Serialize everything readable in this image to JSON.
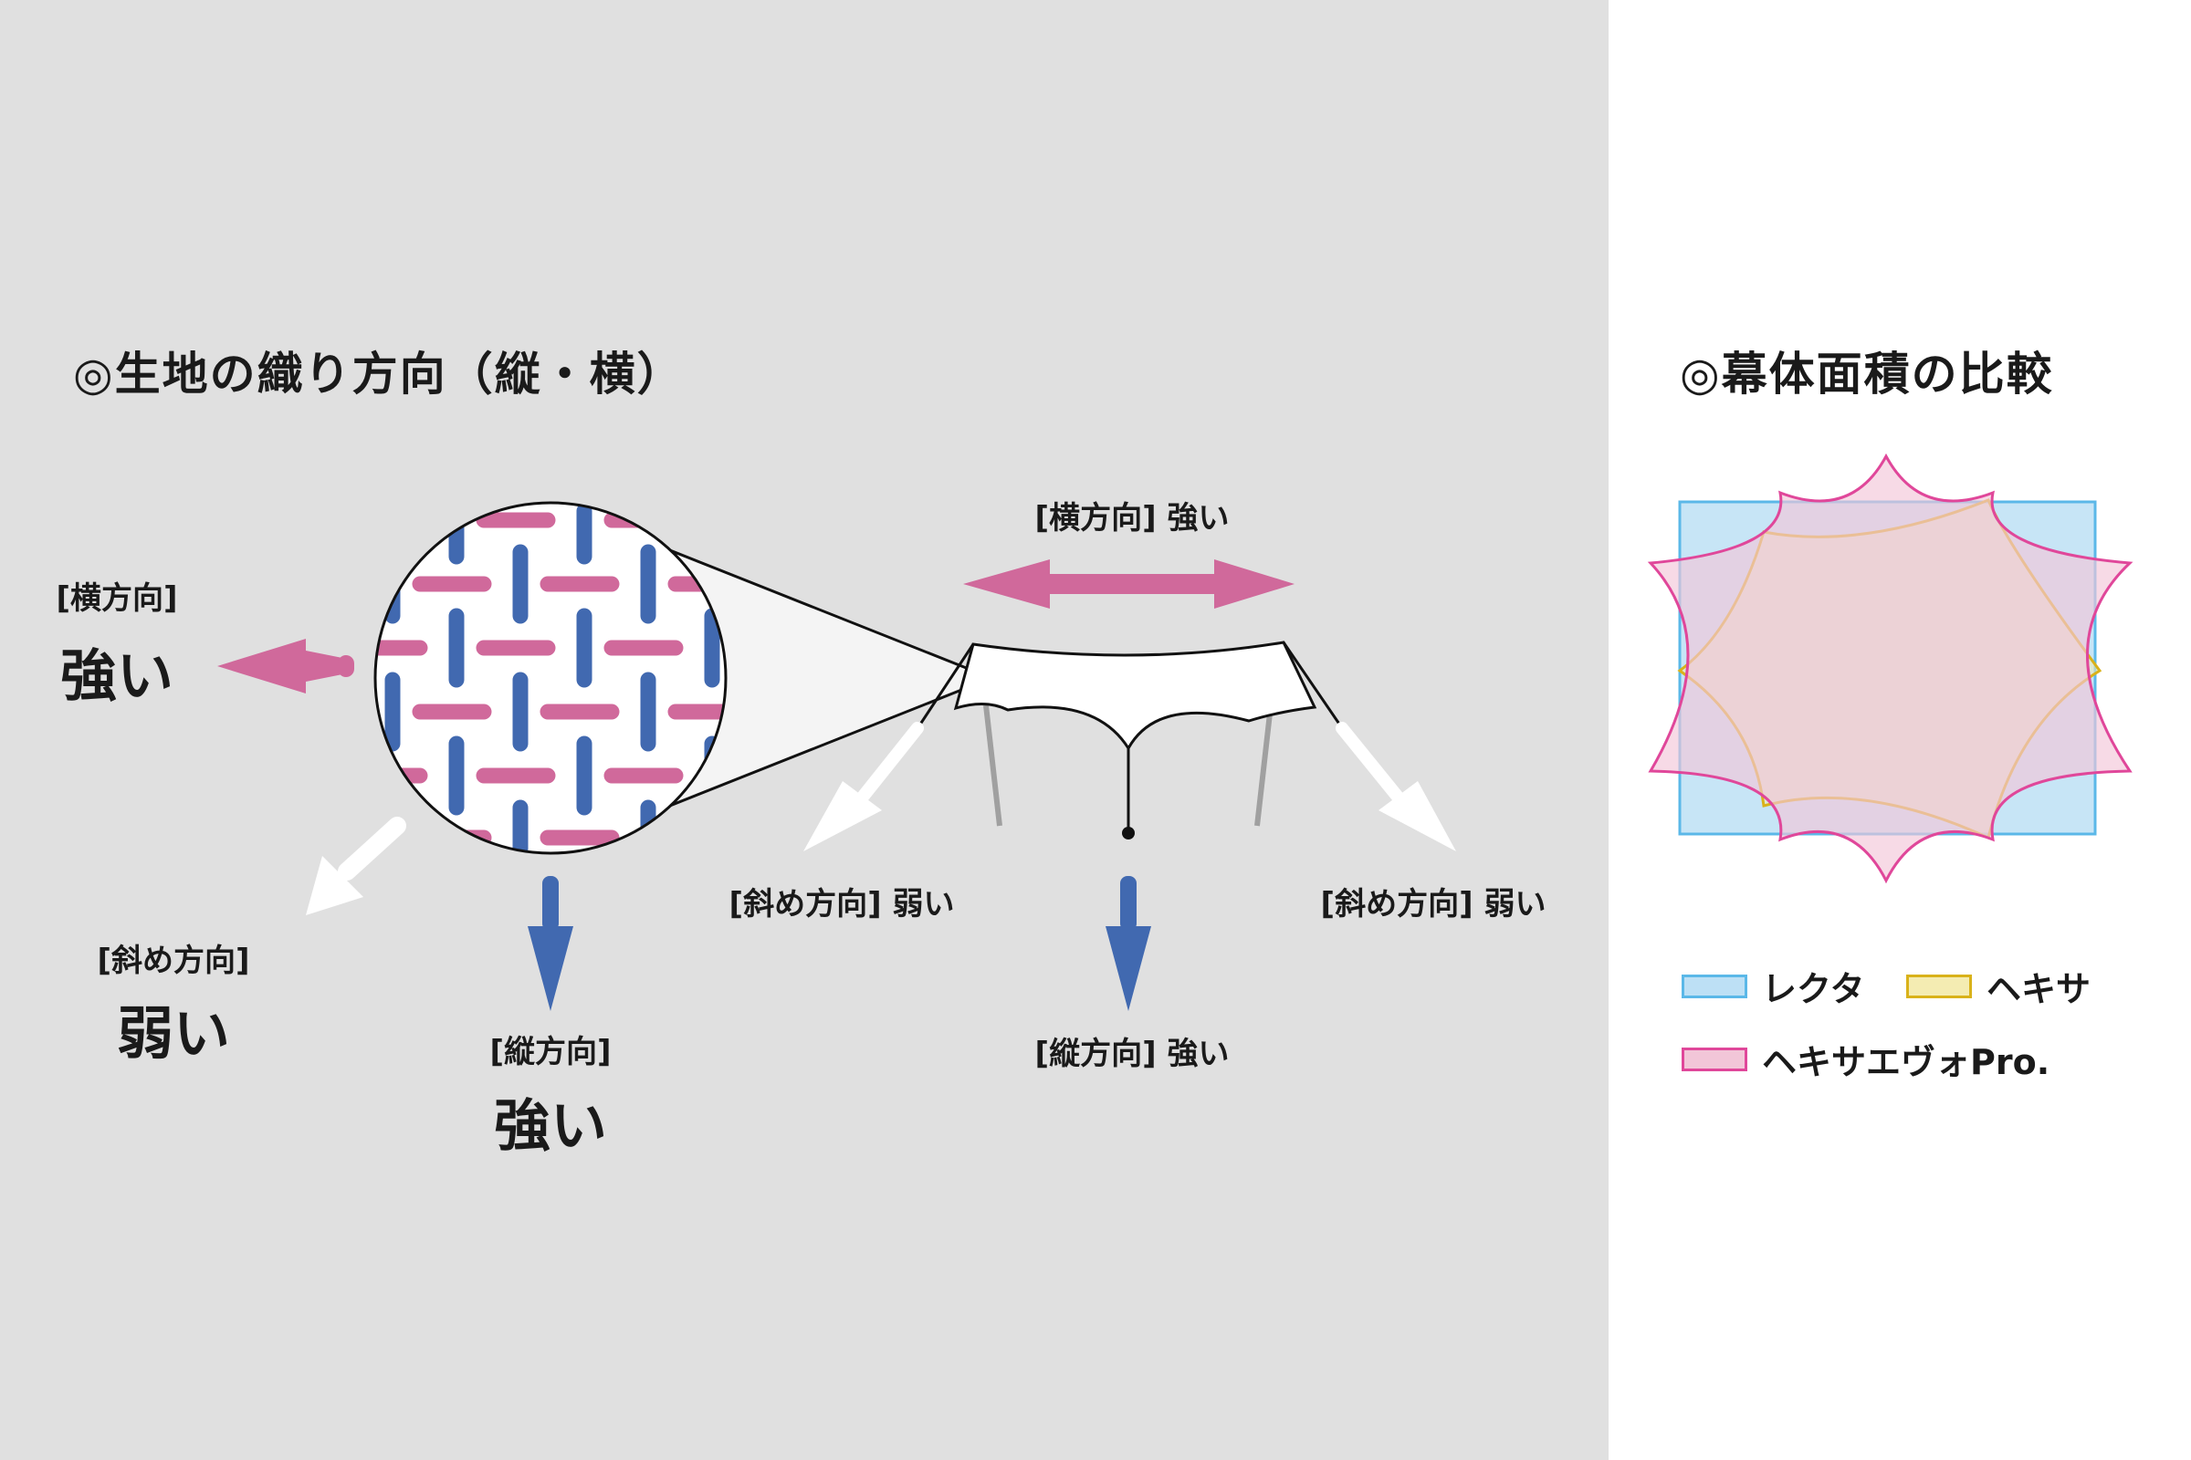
{
  "left": {
    "title": "◎生地の織り方向（縦・横）",
    "closeup": {
      "horizontal_bracket": "[横方向]",
      "horizontal_strength": "強い",
      "diagonal_bracket": "[斜め方向]",
      "diagonal_strength": "弱い",
      "vertical_bracket": "[縦方向]",
      "vertical_strength": "強い"
    },
    "tarp": {
      "horizontal_label": "[横方向] 強い",
      "diagonal_left_label": "[斜め方向] 弱い",
      "diagonal_right_label": "[斜め方向] 弱い",
      "vertical_label": "[縦方向] 強い"
    }
  },
  "right": {
    "title": "◎幕体面積の比較",
    "legend": [
      {
        "label": "レクタ",
        "fill": "#bde0f5",
        "stroke": "#5bb8e8"
      },
      {
        "label": "ヘキサ",
        "fill": "#f4ecb2",
        "stroke": "#d9b21a"
      },
      {
        "label": "ヘキサエヴォPro.",
        "fill": "#f2c6d8",
        "stroke": "#e0479a"
      }
    ]
  },
  "colors": {
    "horizontal_arrow": "#d0699b",
    "vertical_arrow": "#4169b0",
    "diagonal_arrow": "#ffffff",
    "left_background": "#e0e0e0"
  }
}
